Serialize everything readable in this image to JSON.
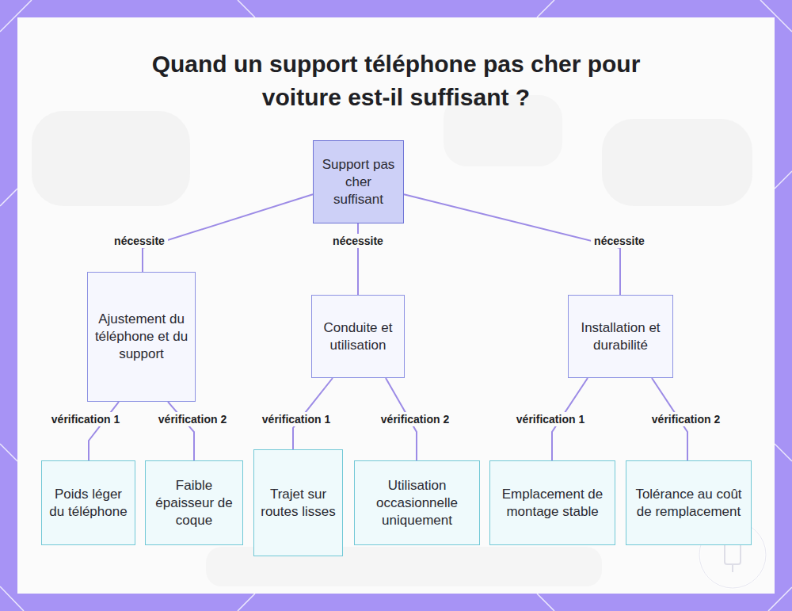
{
  "diagram": {
    "title": "Quand un support téléphone pas cher pour voiture est-il suffisant ?",
    "nodes": [
      {
        "text": [
          "Support pas cher suffisant"
        ]
      },
      {
        "text": [
          "Ajustement du téléphone et du support"
        ]
      },
      {
        "text": [
          "Conduite et utilisation"
        ]
      },
      {
        "text": [
          "Installation et durabilité"
        ]
      },
      {
        "text": [
          "Poids léger du téléphone"
        ]
      },
      {
        "text": [
          "Faible épaisseur de coque"
        ]
      },
      {
        "text": [
          "Trajet sur routes lisses"
        ]
      },
      {
        "text": [
          "Utilisation occasionnelle uniquement"
        ]
      },
      {
        "text": [
          "Emplacement de montage stable"
        ]
      },
      {
        "text": [
          "Tolérance au coût de remplacement"
        ]
      }
    ],
    "edges": [
      {
        "from": 0,
        "to": 1,
        "label": "nécessite",
        "arrow": "none"
      },
      {
        "from": 0,
        "to": 2,
        "label": "nécessite",
        "arrow": "none"
      },
      {
        "from": 0,
        "to": 3,
        "label": "nécessite",
        "arrow": "none"
      },
      {
        "from": 1,
        "to": 4,
        "label": "vérification 1",
        "arrow": "none"
      },
      {
        "from": 1,
        "to": 5,
        "label": "vérification 2",
        "arrow": "none"
      },
      {
        "from": 2,
        "to": 6,
        "label": "vérification 1",
        "arrow": "none"
      },
      {
        "from": 2,
        "to": 7,
        "label": "vérification 2",
        "arrow": "none"
      },
      {
        "from": 3,
        "to": 8,
        "label": "vérification 1",
        "arrow": "none"
      },
      {
        "from": 3,
        "to": 9,
        "label": "vérification 2",
        "arrow": "none"
      }
    ]
  }
}
